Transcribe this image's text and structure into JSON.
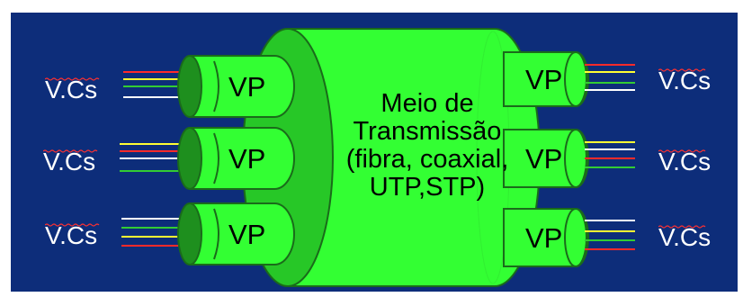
{
  "center": {
    "line1": "Meio de",
    "line2": "Transmissão",
    "line3": "(fibra, coaxial,",
    "line4": "UTP,STP)"
  },
  "left": [
    {
      "vp": "VP",
      "vcs": "V.Cs"
    },
    {
      "vp": "VP",
      "vcs": "V.Cs"
    },
    {
      "vp": "VP",
      "vcs": "V.Cs"
    }
  ],
  "right": [
    {
      "vp": "VP",
      "vcs": "V.Cs"
    },
    {
      "vp": "VP",
      "vcs": "V.Cs"
    },
    {
      "vp": "VP",
      "vcs": "V.Cs"
    }
  ],
  "colors": {
    "background": "#0d2d7a",
    "tube": "#33ff33",
    "tube_dark": "#2bd62b",
    "tube_shadow": "#1e8f1e",
    "wire_red": "#ff2a2a",
    "wire_yellow": "#ffff33",
    "wire_green": "#33cc33",
    "wire_white": "#ffffff"
  }
}
